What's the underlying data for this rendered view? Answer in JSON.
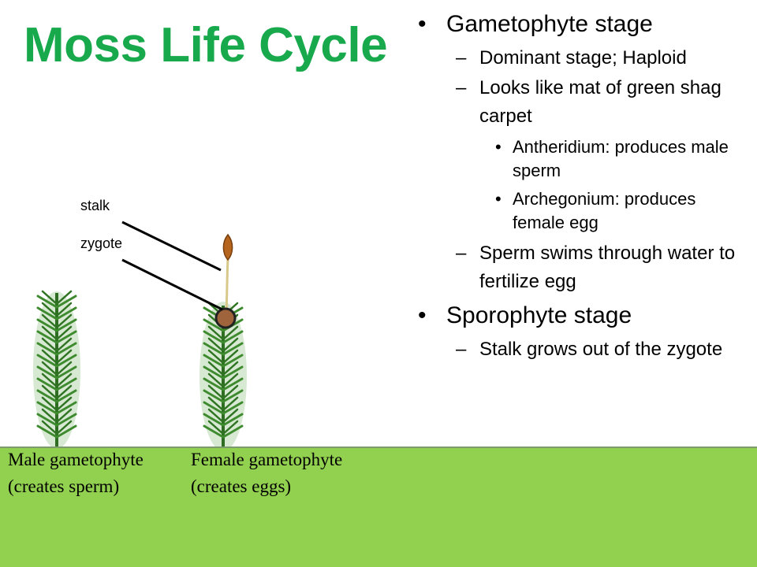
{
  "title": "Moss Life Cycle",
  "bullets": {
    "gametophyte": {
      "heading": "Gametophyte stage",
      "dominant": "Dominant stage; Haploid",
      "looks": "Looks like mat of green shag carpet",
      "antheridium": "Antheridium: produces male sperm",
      "archegonium": "Archegonium: produces female egg",
      "sperm": "Sperm swims through water to fertilize egg"
    },
    "sporophyte": {
      "heading": "Sporophyte stage",
      "stalk": "Stalk grows out of the zygote"
    }
  },
  "labels": {
    "stalk": "stalk",
    "zygote": "zygote"
  },
  "captions": {
    "male": "Male gametophyte (creates sperm)",
    "female": "Female gametophyte (creates eggs)"
  },
  "colors": {
    "title": "#18a94d",
    "band": "#92d050",
    "moss": "#3e8a2e",
    "zygote": "#a0643c"
  }
}
